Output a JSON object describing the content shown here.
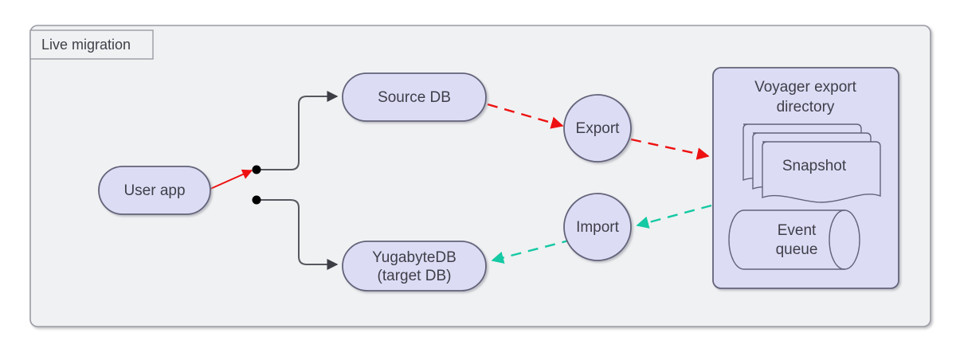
{
  "diagram": {
    "title": "Live migration",
    "background": "#ffffff",
    "frame": {
      "label": "Live migration",
      "fill": "#f0f1f2",
      "border": "#9b9ba6"
    },
    "palette": {
      "node_fill": "#dcdcf5",
      "node_border": "#63637a",
      "text": "#3f3f49",
      "connector": "#57575f",
      "export_flow": "#ee1111",
      "import_flow": "#14c9a4",
      "dot": "#000000"
    },
    "nodes": [
      {
        "id": "user-app",
        "label": "User app",
        "shape": "rounded-rect"
      },
      {
        "id": "source-db",
        "label": "Source DB",
        "shape": "rounded-rect"
      },
      {
        "id": "yugabyte-db",
        "label_line1": "YugabyteDB",
        "label_line2": "(target DB)",
        "shape": "rounded-rect"
      },
      {
        "id": "export",
        "label": "Export",
        "shape": "circle"
      },
      {
        "id": "import",
        "label": "Import",
        "shape": "circle"
      },
      {
        "id": "voyager-export-directory",
        "label_line1": "Voyager export",
        "label_line2": "directory",
        "shape": "container"
      },
      {
        "id": "snapshot",
        "label": "Snapshot",
        "shape": "document-stack"
      },
      {
        "id": "event-queue",
        "label_line1": "Event",
        "label_line2": "queue",
        "shape": "cylinder"
      }
    ],
    "edges": [
      {
        "id": "user-app-to-split",
        "from": "user-app",
        "to": "junction-top",
        "style": "solid",
        "color": "#ee1111"
      },
      {
        "id": "junction-top-to-source-db",
        "from": "junction-top",
        "to": "source-db",
        "style": "solid",
        "color": "#57575f"
      },
      {
        "id": "junction-bottom-to-yugabyte",
        "from": "junction-bottom",
        "to": "yugabyte-db",
        "style": "solid",
        "color": "#57575f"
      },
      {
        "id": "source-db-to-export",
        "from": "source-db",
        "to": "export",
        "style": "dashed",
        "color": "#ee1111"
      },
      {
        "id": "export-to-directory",
        "from": "export",
        "to": "voyager-export-directory",
        "style": "dashed",
        "color": "#ee1111"
      },
      {
        "id": "directory-to-import",
        "from": "voyager-export-directory",
        "to": "import",
        "style": "dashed",
        "color": "#14c9a4"
      },
      {
        "id": "import-to-yugabyte",
        "from": "import",
        "to": "yugabyte-db",
        "style": "dashed",
        "color": "#14c9a4"
      }
    ]
  }
}
